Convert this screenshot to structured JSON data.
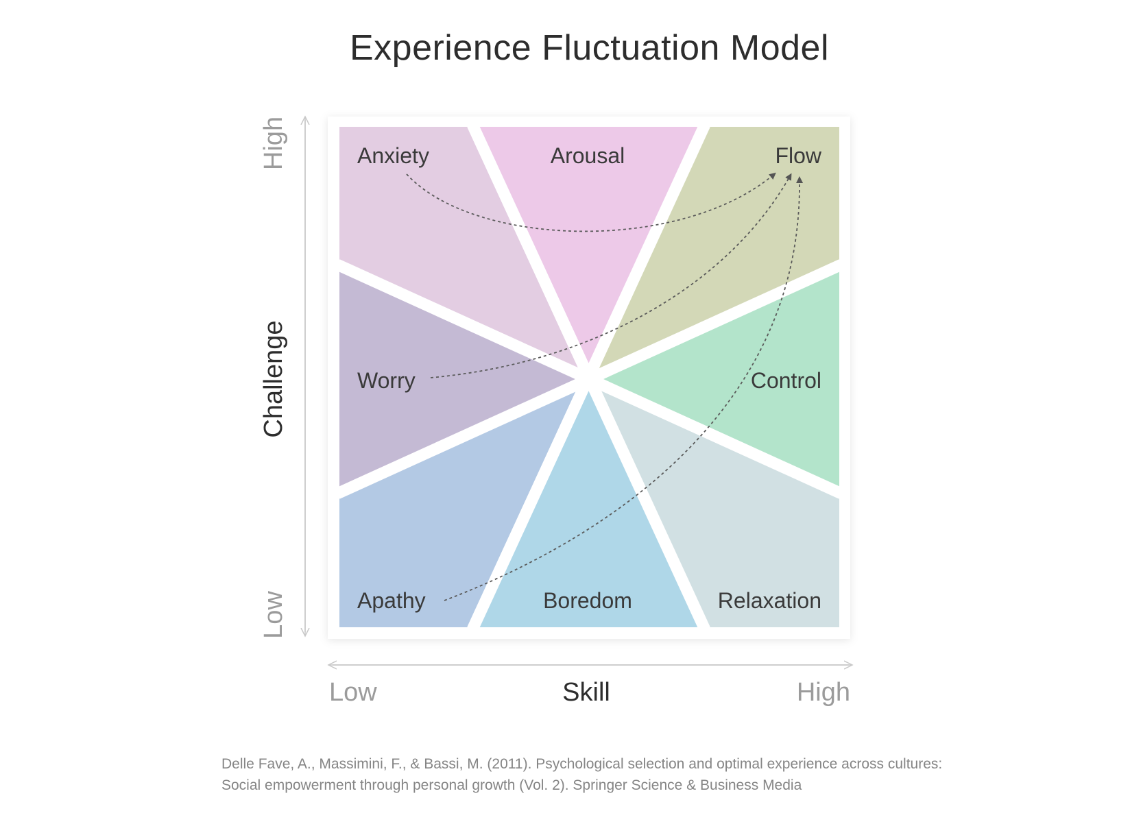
{
  "title": "Experience Fluctuation Model",
  "axes": {
    "x": {
      "name": "Skill",
      "low": "Low",
      "high": "High"
    },
    "y": {
      "name": "Challenge",
      "low": "Low",
      "high": "High"
    }
  },
  "regions": [
    {
      "name": "Anxiety",
      "color": "#e3cde2"
    },
    {
      "name": "Arousal",
      "color": "#edc9e8"
    },
    {
      "name": "Flow",
      "color": "#d3d8b7"
    },
    {
      "name": "Worry",
      "color": "#c4bad4"
    },
    {
      "name": "Control",
      "color": "#b3e4cb"
    },
    {
      "name": "Apathy",
      "color": "#b3c9e4"
    },
    {
      "name": "Boredom",
      "color": "#afd7e8"
    },
    {
      "name": "Relaxation",
      "color": "#d1e0e3"
    }
  ],
  "paths": [
    {
      "from": "Anxiety",
      "to": "Flow"
    },
    {
      "from": "Worry",
      "to": "Flow"
    },
    {
      "from": "Apathy",
      "to": "Flow"
    }
  ],
  "citation": {
    "line1": "Delle Fave, A., Massimini, F., & Bassi, M. (2011). Psychological selection and optimal experience across cultures:",
    "line2": "Social empowerment through personal growth (Vol. 2). Springer Science & Business Media"
  }
}
